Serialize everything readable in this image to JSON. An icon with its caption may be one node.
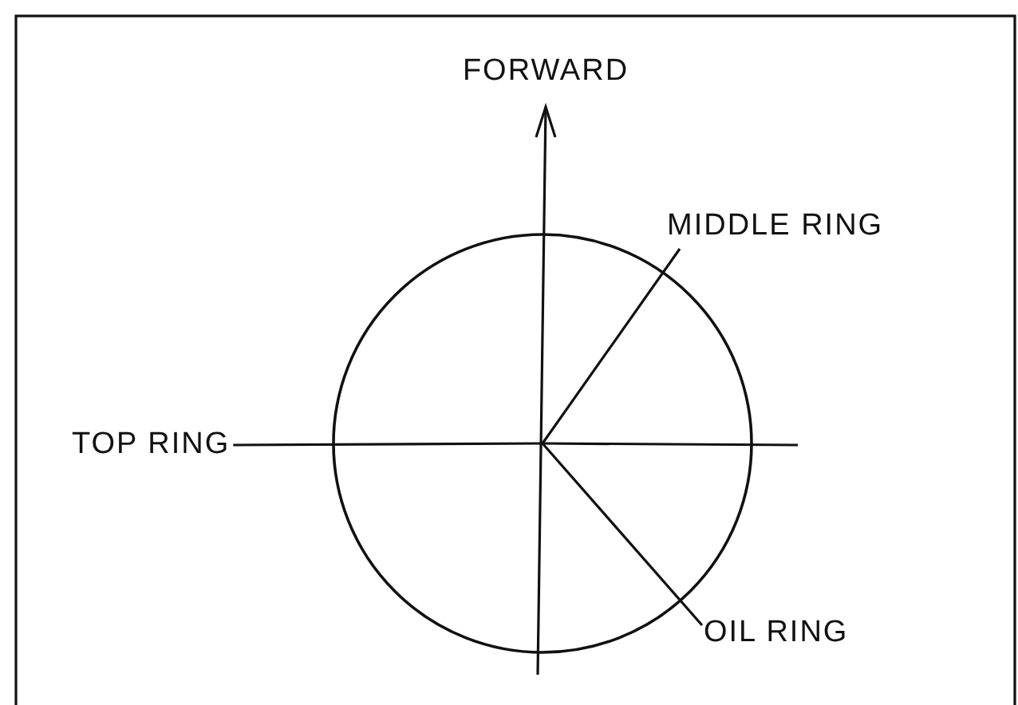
{
  "diagram": {
    "nodes": [
      {
        "text": [
          "TOP RING"
        ]
      },
      {
        "text": [
          "MIDDLE RING"
        ]
      },
      {
        "text": [
          "OIL RING"
        ]
      }
    ],
    "edges": [
      {
        "from": 0,
        "to": null,
        "arrow": "none"
      },
      {
        "from": 1,
        "to": null,
        "arrow": "none"
      },
      {
        "from": 2,
        "to": null,
        "arrow": "none"
      }
    ],
    "labels": [
      "FORWARD"
    ]
  }
}
